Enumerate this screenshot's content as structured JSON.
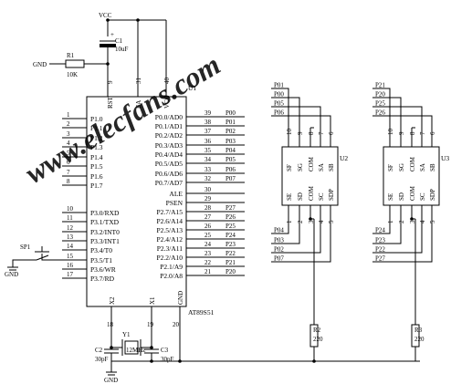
{
  "watermark": "www.elecfans.com",
  "colors": {
    "line": "#000000",
    "watermark": "#e8323c",
    "background": "#ffffff"
  },
  "mcu": {
    "ref": "U1",
    "part": "AT89S51",
    "top_pins": [
      {
        "num": "9",
        "name": "RST"
      },
      {
        "num": "31",
        "name": "EA"
      },
      {
        "num": "40",
        "name": "VCC"
      }
    ],
    "left_pins": [
      {
        "num": "1",
        "name": "P1.0"
      },
      {
        "num": "2",
        "name": "P1.1"
      },
      {
        "num": "3",
        "name": "P1.2"
      },
      {
        "num": "4",
        "name": "P1.3"
      },
      {
        "num": "5",
        "name": "P1.4"
      },
      {
        "num": "6",
        "name": "P1.5"
      },
      {
        "num": "7",
        "name": "P1.6"
      },
      {
        "num": "8",
        "name": "P1.7"
      },
      {
        "num": "10",
        "name": "P3.0/RXD"
      },
      {
        "num": "11",
        "name": "P3.1/TXD"
      },
      {
        "num": "12",
        "name": "P3.2/INT0"
      },
      {
        "num": "13",
        "name": "P3.3/INT1"
      },
      {
        "num": "14",
        "name": "P3.4/T0"
      },
      {
        "num": "15",
        "name": "P3.5/T1"
      },
      {
        "num": "16",
        "name": "P3.6/WR"
      },
      {
        "num": "17",
        "name": "P3.7/RD"
      }
    ],
    "right_pins": [
      {
        "num": "39",
        "name": "P0.0/AD0",
        "net": "P00"
      },
      {
        "num": "38",
        "name": "P0.1/AD1",
        "net": "P01"
      },
      {
        "num": "37",
        "name": "P0.2/AD2",
        "net": "P02"
      },
      {
        "num": "36",
        "name": "P0.3/AD3",
        "net": "P03"
      },
      {
        "num": "35",
        "name": "P0.4/AD4",
        "net": "P04"
      },
      {
        "num": "34",
        "name": "P0.5/AD5",
        "net": "P05"
      },
      {
        "num": "33",
        "name": "P0.6/AD6",
        "net": "P06"
      },
      {
        "num": "32",
        "name": "P0.7/AD7",
        "net": "P07"
      },
      {
        "num": "30",
        "name": "ALE",
        "net": ""
      },
      {
        "num": "29",
        "name": "PSEN",
        "net": ""
      },
      {
        "num": "28",
        "name": "P2.7/A15",
        "net": "P27"
      },
      {
        "num": "27",
        "name": "P2.6/A14",
        "net": "P26"
      },
      {
        "num": "26",
        "name": "P2.5/A13",
        "net": "P25"
      },
      {
        "num": "25",
        "name": "P2.4/A12",
        "net": "P24"
      },
      {
        "num": "24",
        "name": "P2.3/A11",
        "net": "P23"
      },
      {
        "num": "23",
        "name": "P2.2/A10",
        "net": "P22"
      },
      {
        "num": "22",
        "name": "P2.1/A9",
        "net": "P21"
      },
      {
        "num": "21",
        "name": "P2.0/A8",
        "net": "P20"
      }
    ],
    "bottom_pins": [
      {
        "num": "18",
        "name": "X2"
      },
      {
        "num": "19",
        "name": "X1"
      },
      {
        "num": "20",
        "name": "GND"
      }
    ]
  },
  "power": {
    "vcc": "VCC",
    "gnd": "GND"
  },
  "c1": {
    "ref": "C1",
    "value": "10uF"
  },
  "r1": {
    "ref": "R1",
    "value": "10K"
  },
  "sp1": {
    "ref": "SP1"
  },
  "crystal": {
    "ref": "Y1",
    "value": "12MHz"
  },
  "c2": {
    "ref": "C2",
    "value": "30pF"
  },
  "c3": {
    "ref": "C3",
    "value": "30pF"
  },
  "r2": {
    "ref": "R2",
    "value": "220"
  },
  "r3": {
    "ref": "R3",
    "value": "220"
  },
  "displays": [
    {
      "ref": "U2",
      "top_nets": [
        "P01",
        "P00",
        "P05",
        "P06"
      ],
      "bottom_nets": [
        "P04",
        "P03",
        "P02",
        "P07"
      ],
      "top_pins": [
        {
          "num": "10",
          "name": "SF"
        },
        {
          "num": "9",
          "name": "SG"
        },
        {
          "num": "8",
          "name": "COM"
        },
        {
          "num": "7",
          "name": "SA"
        },
        {
          "num": "6",
          "name": "SB"
        }
      ],
      "bottom_pins": [
        {
          "num": "1",
          "name": "SE"
        },
        {
          "num": "2",
          "name": "SD"
        },
        {
          "num": "3",
          "name": "COM"
        },
        {
          "num": "4",
          "name": "SC"
        },
        {
          "num": "5",
          "name": "SDP"
        }
      ]
    },
    {
      "ref": "U3",
      "top_nets": [
        "P21",
        "P20",
        "P25",
        "P26"
      ],
      "bottom_nets": [
        "P24",
        "P23",
        "P22",
        "P27"
      ],
      "top_pins": [
        {
          "num": "10",
          "name": "SF"
        },
        {
          "num": "9",
          "name": "SG"
        },
        {
          "num": "8",
          "name": "COM"
        },
        {
          "num": "7",
          "name": "SA"
        },
        {
          "num": "6",
          "name": "SB"
        }
      ],
      "bottom_pins": [
        {
          "num": "1",
          "name": "SE"
        },
        {
          "num": "2",
          "name": "SD"
        },
        {
          "num": "3",
          "name": "COM"
        },
        {
          "num": "4",
          "name": "SC"
        },
        {
          "num": "5",
          "name": "SDP"
        }
      ]
    }
  ]
}
